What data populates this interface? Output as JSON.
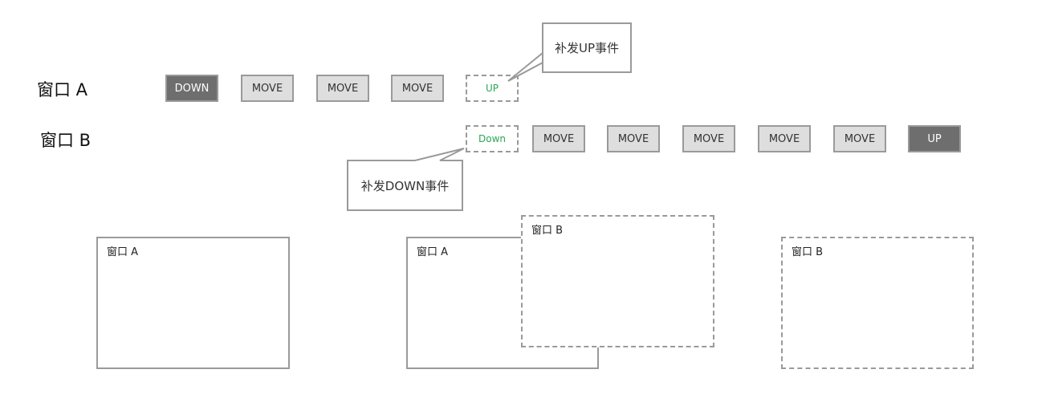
{
  "rows": {
    "a": {
      "label": "窗口 A"
    },
    "b": {
      "label": "窗口 B"
    }
  },
  "events_a": [
    {
      "label": "DOWN",
      "kind": "real"
    },
    {
      "label": "MOVE",
      "kind": "move"
    },
    {
      "label": "MOVE",
      "kind": "move"
    },
    {
      "label": "MOVE",
      "kind": "move"
    },
    {
      "label": "UP",
      "kind": "synthesized"
    }
  ],
  "events_b": [
    {
      "label": "Down",
      "kind": "synthesized"
    },
    {
      "label": "MOVE",
      "kind": "move"
    },
    {
      "label": "MOVE",
      "kind": "move"
    },
    {
      "label": "MOVE",
      "kind": "move"
    },
    {
      "label": "MOVE",
      "kind": "move"
    },
    {
      "label": "MOVE",
      "kind": "move"
    },
    {
      "label": "UP",
      "kind": "real"
    }
  ],
  "callouts": {
    "up": "补发UP事件",
    "down": "补发DOWN事件"
  },
  "windows": {
    "stage1_a": "窗口 A",
    "stage2_a": "窗口 A",
    "stage2_b": "窗口 B",
    "stage3_b": "窗口 B"
  },
  "colors": {
    "synth_text": "#2aa653",
    "real_fill": "#6e6e6e",
    "move_fill": "#dedede",
    "border": "#9a9a9a"
  }
}
